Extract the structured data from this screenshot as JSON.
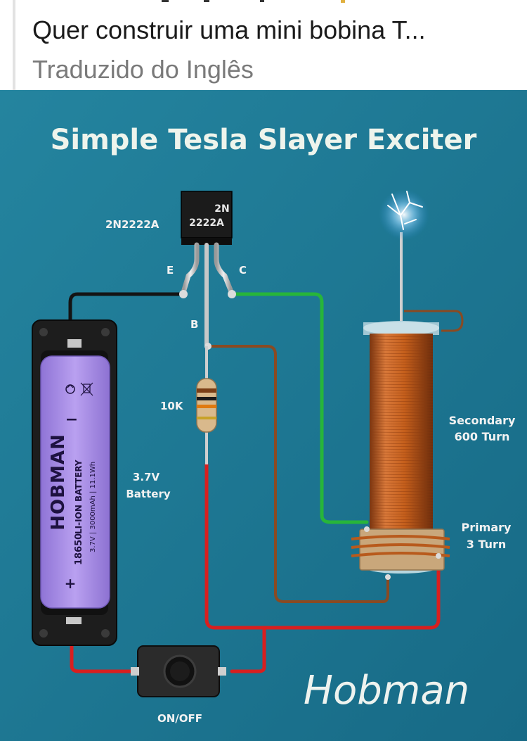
{
  "post": {
    "title": "Quer construir uma mini bobina T...",
    "translation_note": "Traduzido do Inglês"
  },
  "diagram": {
    "heading": "Simple Tesla Slayer Exciter",
    "transistor_model": "2N2222A",
    "transistor_body_line1": "2N",
    "transistor_body_line2": "2222A",
    "pin_e": "E",
    "pin_c": "C",
    "pin_b": "B",
    "resistor_label": "10K",
    "battery_label_line1": "3.7V",
    "battery_label_line2": "Battery",
    "secondary_label_line1": "Secondary",
    "secondary_label_line2": "600 Turn",
    "primary_label_line1": "Primary",
    "primary_label_line2": "3 Turn",
    "switch_label": "ON/OFF",
    "signature": "Hobman",
    "battery_brand": "HOBMAN",
    "battery_model": "18650",
    "battery_type": "LI-ION BATTERY",
    "battery_specs": "3.7V | 3000mAh | 11.1Wh",
    "battery_minus": "−",
    "battery_plus": "+"
  },
  "colors": {
    "background": "#1f7d9d",
    "wire_black": "#141414",
    "wire_green": "#27b53a",
    "wire_brown": "#8a4a22",
    "wire_red": "#d81f1f",
    "battery_purple": "#a98ee6",
    "coil_copper": "#c8641e"
  },
  "icons": [
    "recycle-icon",
    "crossed-bin-icon",
    "spark-icon"
  ]
}
